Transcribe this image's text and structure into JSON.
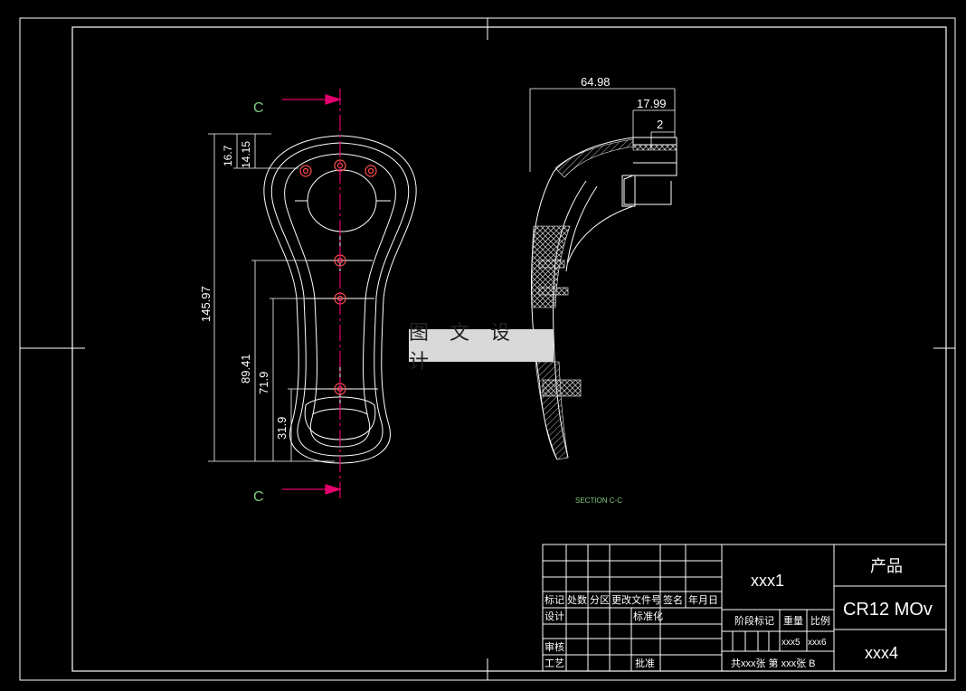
{
  "drawing": {
    "section_letter_top": "C",
    "section_letter_bottom": "C",
    "section_caption": "SECTION C-C",
    "watermark": "图 文 设 计",
    "colors": {
      "line": "#ffffff",
      "section_arrow": "#e6006e",
      "label_green": "#7fc97f",
      "hatch": "#cccccc"
    },
    "dims_front": {
      "d_16_7": "16.7",
      "d_14_15": "14.15",
      "d_145_97": "145.97",
      "d_89_41": "89.41",
      "d_71_9": "71.9",
      "d_31_9": "31.9"
    },
    "dims_side": {
      "d_64_98": "64.98",
      "d_17_99": "17.99",
      "d_2": "2"
    }
  },
  "title_block": {
    "part_no": "xxx1",
    "product_label": "产品",
    "material": "CR12 MOv",
    "drawing_no": "xxx4",
    "headers": [
      "标记",
      "处数",
      "分区",
      "更改文件号",
      "签名",
      "年月日"
    ],
    "design": "设计",
    "standardize": "标准化",
    "review": "审核",
    "process": "工艺",
    "approve": "批准",
    "stage_mark": "阶段标记",
    "weight": "重量",
    "scale": "比例",
    "weight_value": "xxx5",
    "scale_value": "xxx6",
    "sheet_info": "共xxx张 第 xxx张 B"
  }
}
